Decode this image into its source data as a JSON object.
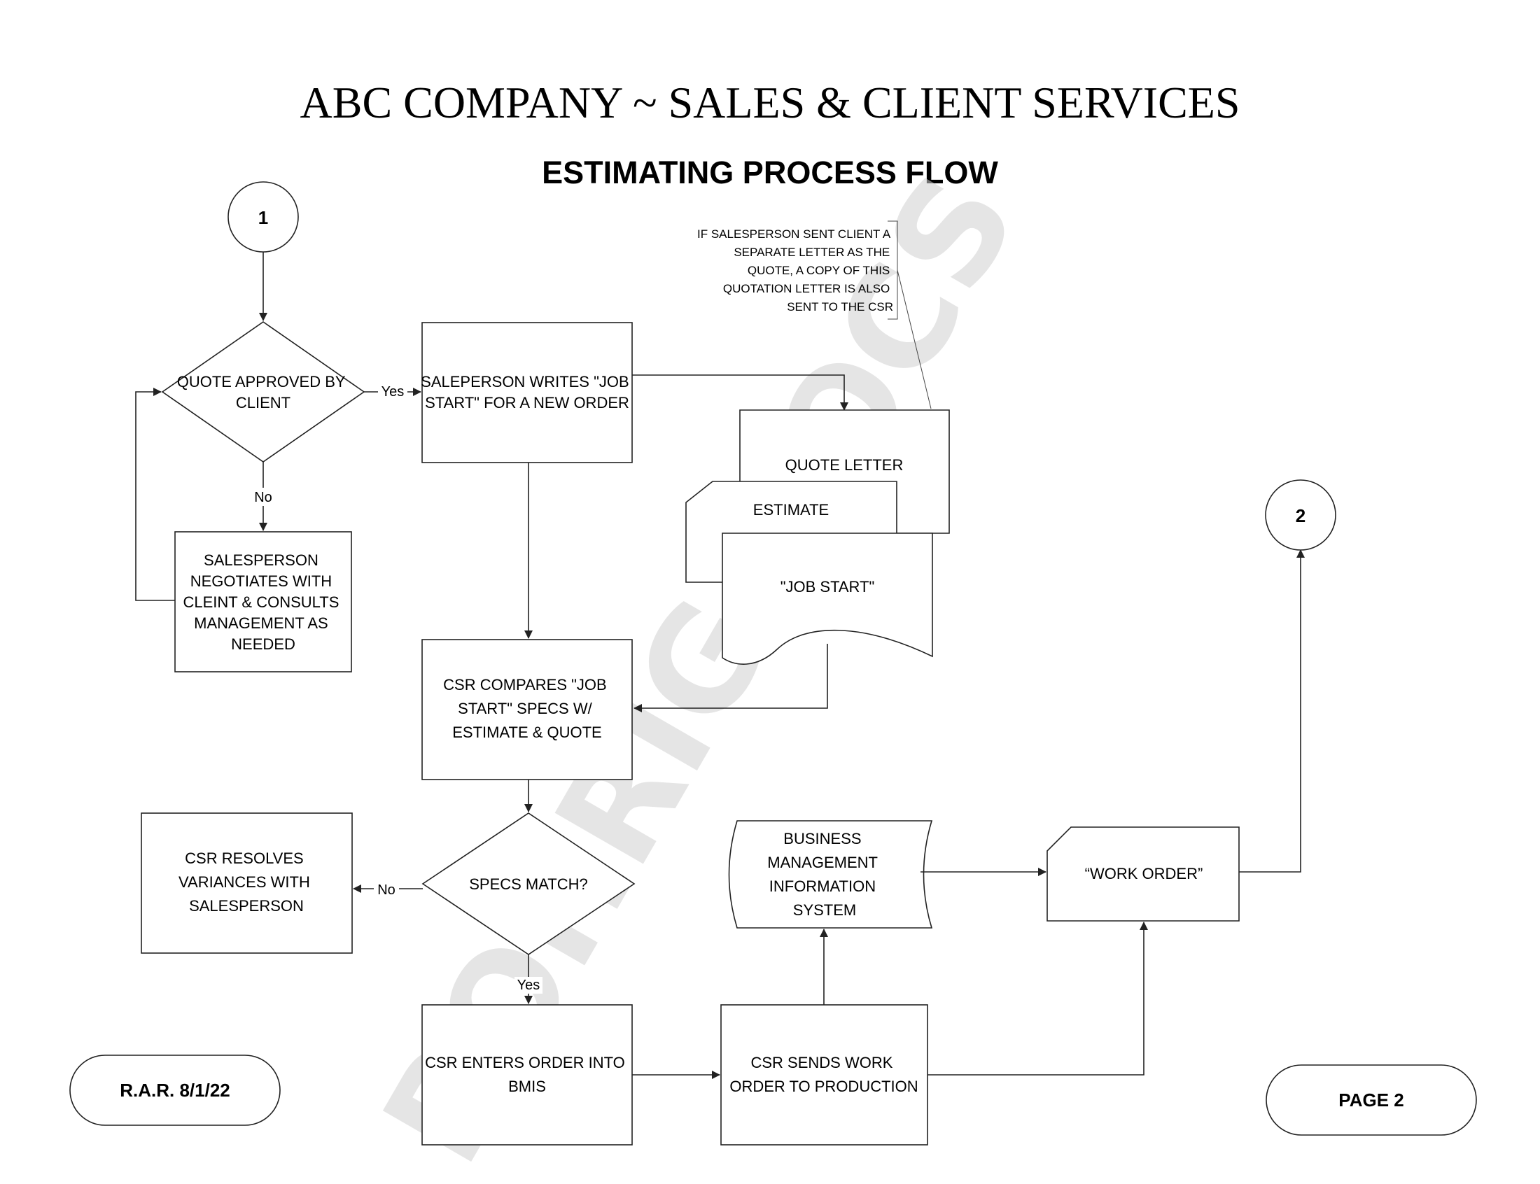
{
  "header": {
    "title": "ABC COMPANY ~ SALES & CLIENT SERVICES",
    "subtitle": "ESTIMATING PROCESS FLOW"
  },
  "connectors": {
    "start": "1",
    "end": "2"
  },
  "nodes": {
    "quote_approved": [
      "QUOTE APPROVED BY",
      "CLIENT"
    ],
    "salesperson_writes": [
      "SALEPERSON WRITES \"JOB",
      "START\"  FOR A NEW ORDER"
    ],
    "negotiates": [
      "SALESPERSON",
      "NEGOTIATES WITH",
      "CLEINT & CONSULTS",
      "MANAGEMENT AS",
      "NEEDED"
    ],
    "quote_letter": "QUOTE LETTER",
    "estimate": "ESTIMATE",
    "job_start_doc": "\"JOB START\"",
    "csr_compares": [
      "CSR COMPARES \"JOB",
      "START\" SPECS W/",
      "ESTIMATE & QUOTE"
    ],
    "specs_match": "SPECS MATCH?",
    "csr_resolves": [
      "CSR RESOLVES",
      "VARIANCES WITH",
      "SALESPERSON"
    ],
    "csr_enters": [
      "CSR ENTERS ORDER INTO",
      "BMIS"
    ],
    "csr_sends": [
      "CSR SENDS WORK",
      "ORDER TO PRODUCTION"
    ],
    "bmis": [
      "BUSINESS",
      "MANAGEMENT",
      "INFORMATION",
      "SYSTEM"
    ],
    "work_order": "“WORK ORDER”"
  },
  "annotation": [
    "IF SALESPERSON SENT CLIENT A",
    "SEPARATE LETTER AS THE",
    "QUOTE, A COPY OF THIS",
    "QUOTATION LETTER IS ALSO",
    "SENT TO THE CSR"
  ],
  "edge_labels": {
    "yes1": "Yes",
    "no1": "No",
    "no2": "No",
    "yes2": "Yes"
  },
  "footer": {
    "author_date": "R.A.R. 8/1/22",
    "page": "PAGE 2"
  },
  "watermark": "ROHRIG DOCS"
}
